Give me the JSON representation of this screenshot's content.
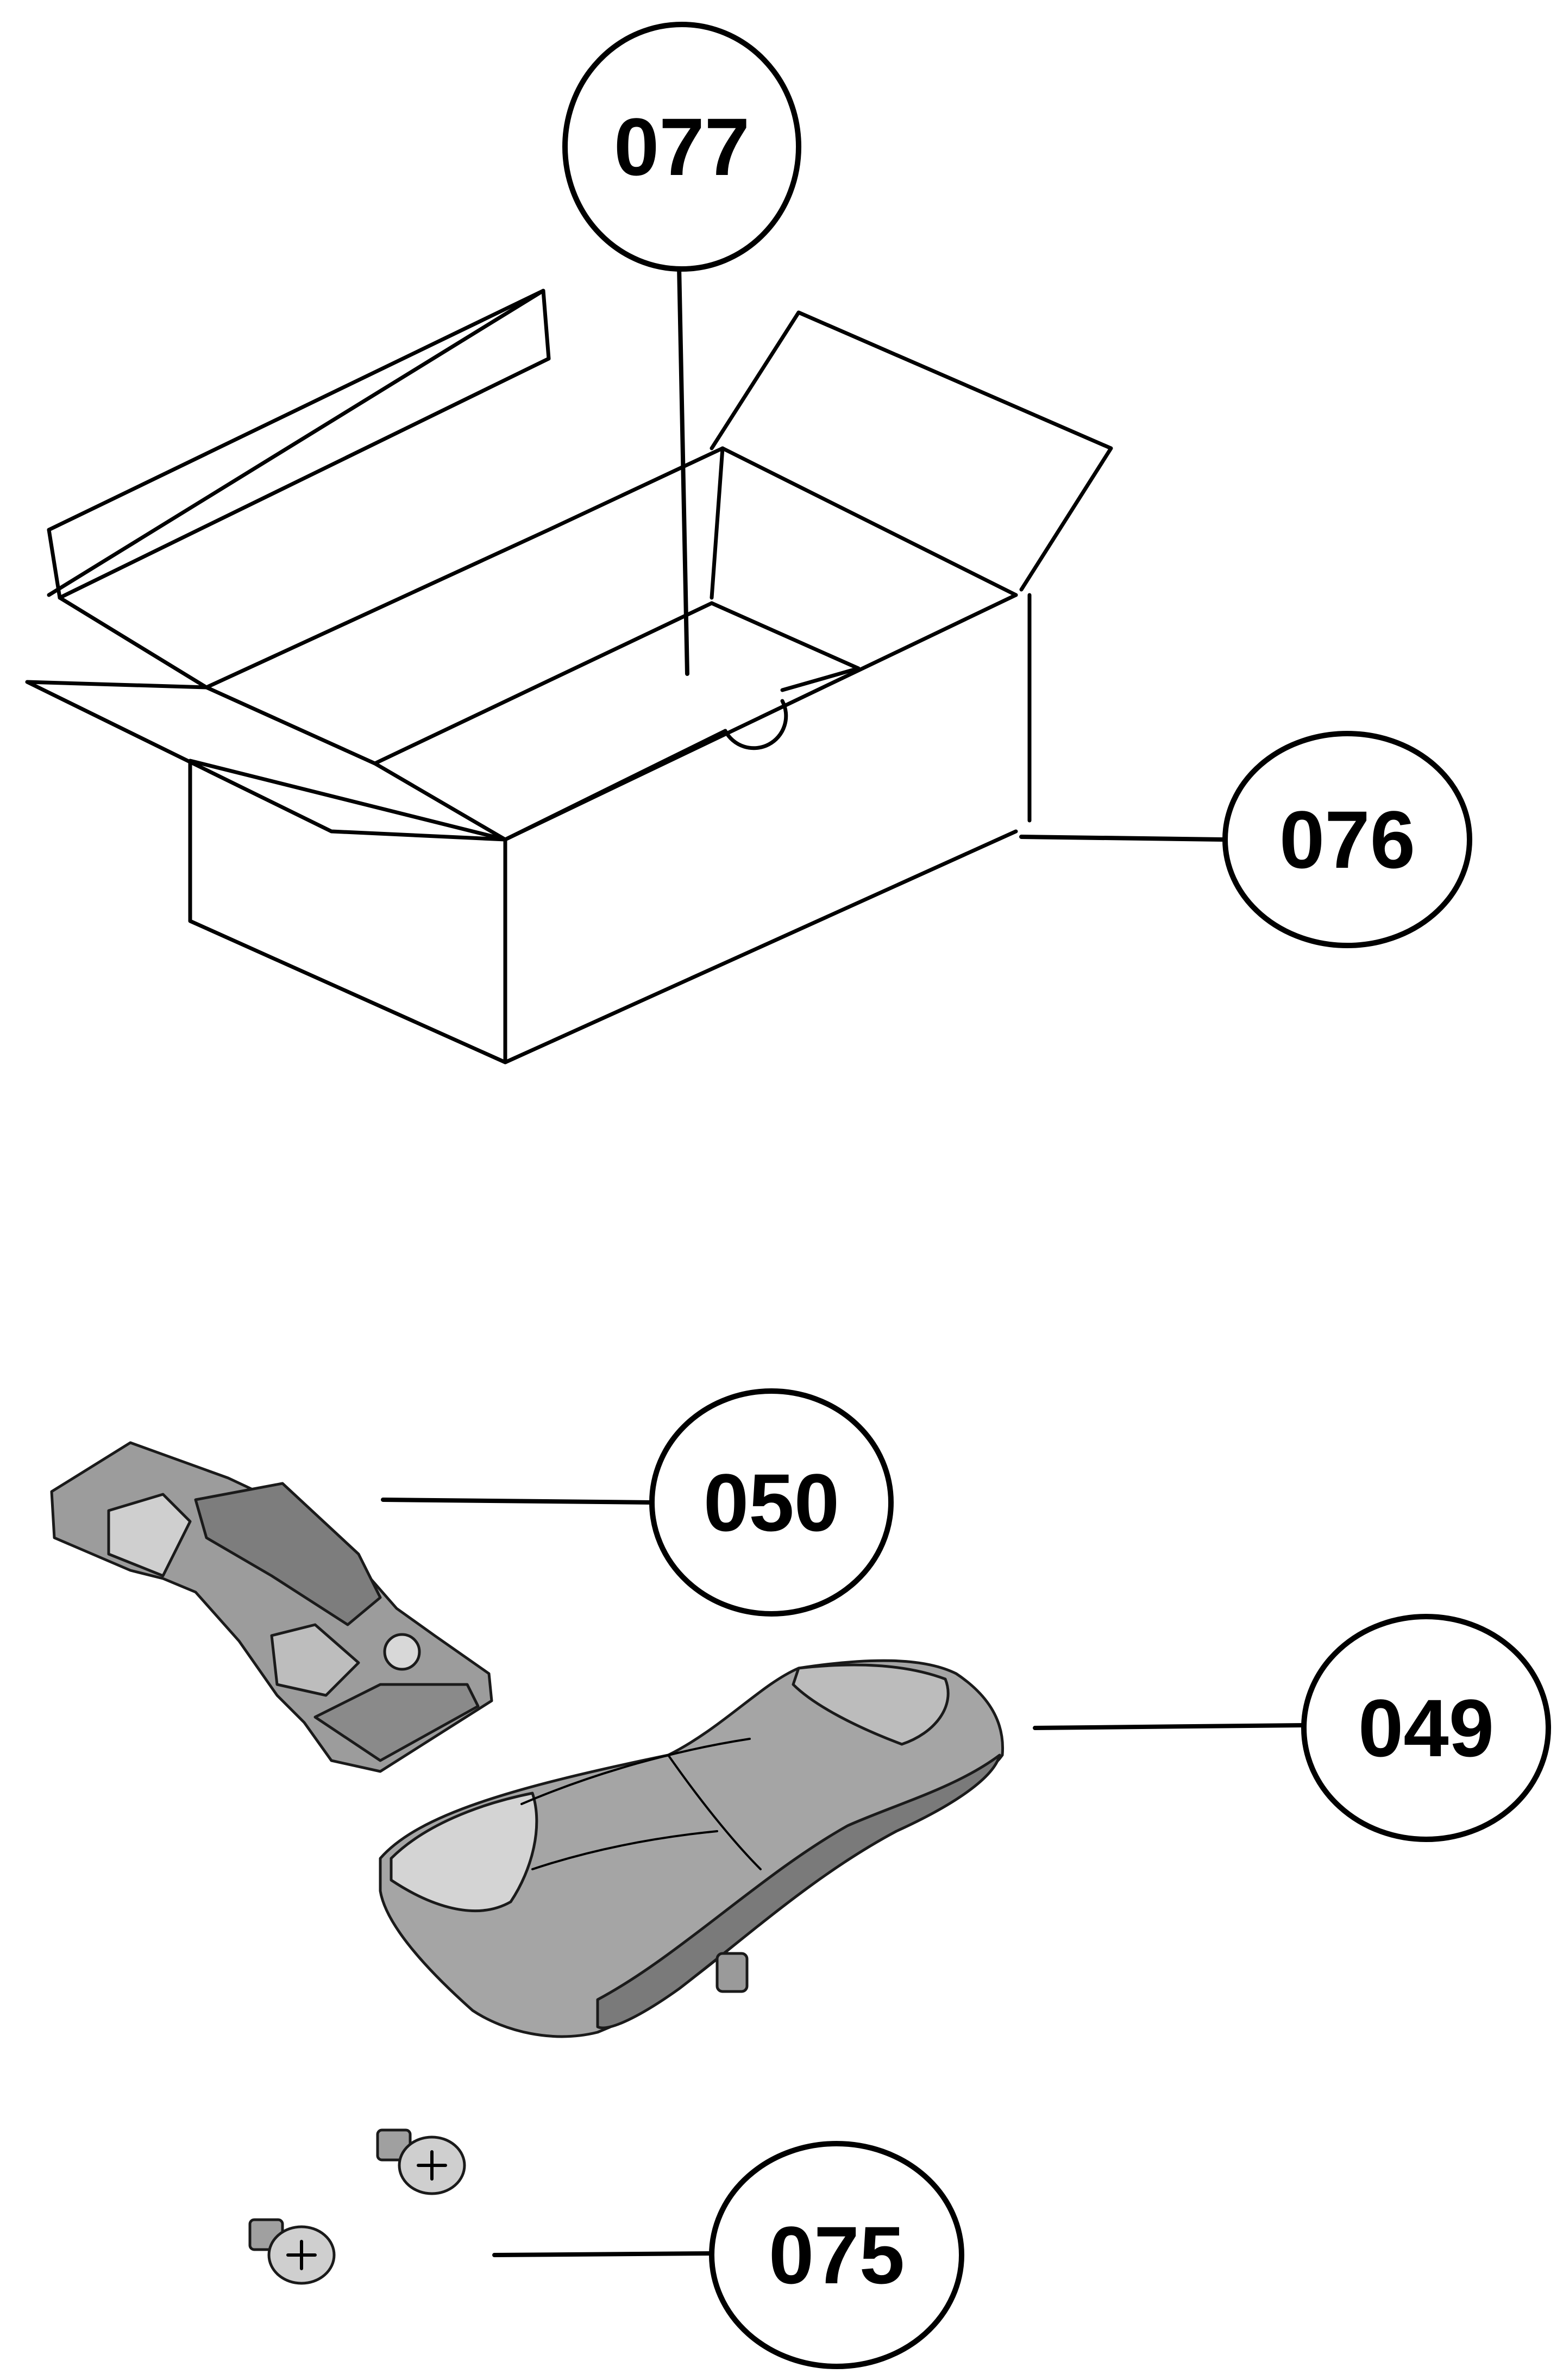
{
  "callouts": [
    {
      "id": "077",
      "label": "077"
    },
    {
      "id": "076",
      "label": "076"
    },
    {
      "id": "050",
      "label": "050"
    },
    {
      "id": "049",
      "label": "049"
    },
    {
      "id": "075",
      "label": "075"
    }
  ],
  "colors": {
    "line": "#000000",
    "part_fill": "#a8a8a8",
    "part_shadow": "#7a7a7a",
    "part_highlight": "#d6d6d6",
    "background": "#ffffff"
  }
}
